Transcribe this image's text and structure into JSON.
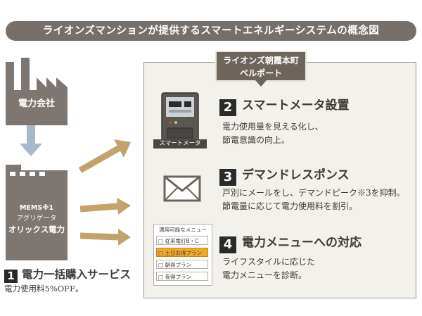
{
  "title": "ライオンズマンションが提供するスマートエネルギーシステムの概念図",
  "left": {
    "power_company": "電力会社",
    "aggregator": {
      "line1": "MEMS※1",
      "line2": "アグリゲータ",
      "line3": "オリックス電力"
    },
    "service": {
      "number": "1",
      "title": "電力一括購入サービス",
      "note": "電力使用料5%OFF。"
    }
  },
  "building_tag": {
    "line1": "ライオンズ朝霞本町",
    "line2": "ベルポート"
  },
  "steps": [
    {
      "number": "2",
      "title": "スマートメータ設置",
      "image_label": "スマートメータ",
      "lines": [
        "電力使用量を見える化し、",
        "節電意識の向上。"
      ]
    },
    {
      "number": "3",
      "title": "デマンドレスポンス",
      "lines": [
        "戸別にメールをし、デマンドピーク※3を抑制。",
        "節電量に応じて電力使用料を割引。"
      ]
    },
    {
      "number": "4",
      "title": "電力メニューへの対応",
      "lines": [
        "ライフスタイルに応じた",
        "電力メニューを診断。"
      ],
      "menu": {
        "title": "適用可能なメニュー",
        "items": [
          "□ 従来電灯B・C",
          "□ 土日お得プラン",
          "□ 朝得プラン",
          "□ 夜得プラン"
        ],
        "highlighted_index": 1
      }
    }
  ],
  "colors": {
    "title_bar": "#776f6a",
    "building": "#7e7671",
    "arrow": "#c4a36a",
    "down_arrow": "#a9b9cc",
    "panel": "#f3f1ec",
    "menu_highlight": "#f2a92a"
  }
}
